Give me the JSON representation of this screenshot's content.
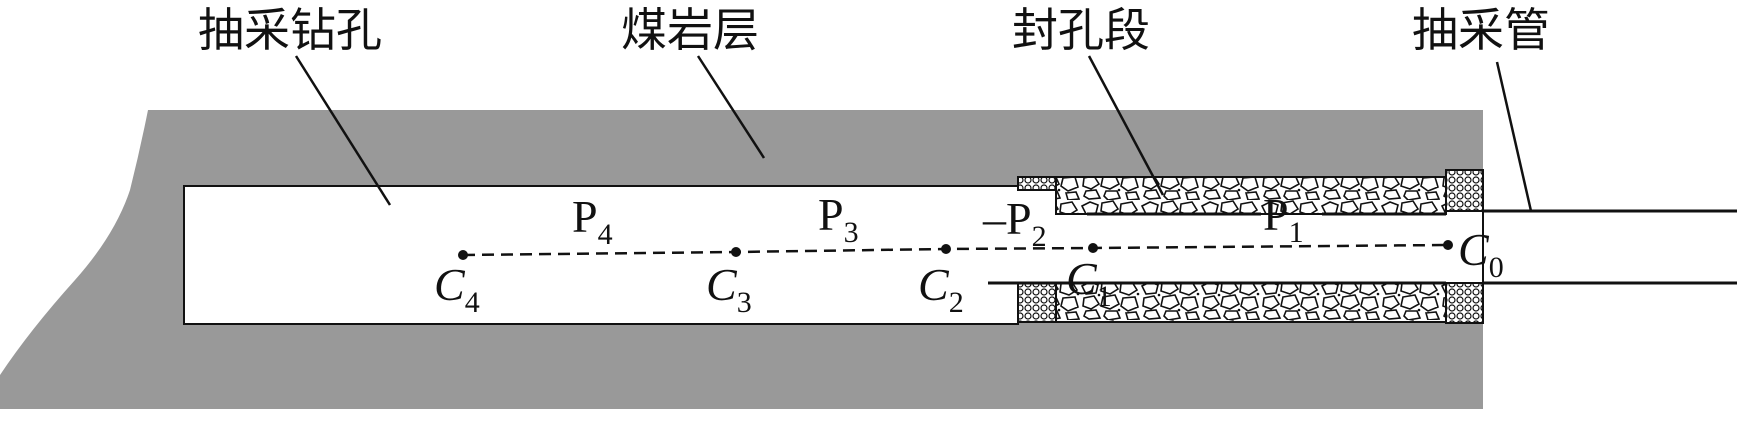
{
  "labels": {
    "borehole": "抽采钻孔",
    "coal_rock": "煤岩层",
    "seal_section": "封孔段",
    "extraction_pipe": "抽采管"
  },
  "pressures": {
    "p4": {
      "base": "P",
      "sub": "4"
    },
    "p3": {
      "base": "P",
      "sub": "3"
    },
    "p2": {
      "prefix": "–",
      "base": "P",
      "sub": "2"
    },
    "p1": {
      "base": "P",
      "sub": "1"
    }
  },
  "points": {
    "c4": {
      "base": "C",
      "sub": "4"
    },
    "c3": {
      "base": "C",
      "sub": "3"
    },
    "c2": {
      "base": "C",
      "sub": "2"
    },
    "c1": {
      "base": "C",
      "sub": "1"
    },
    "c0": {
      "base": "C",
      "sub": "0"
    }
  },
  "colors": {
    "rock": "#999999",
    "outline": "#111111",
    "background": "#ffffff"
  }
}
